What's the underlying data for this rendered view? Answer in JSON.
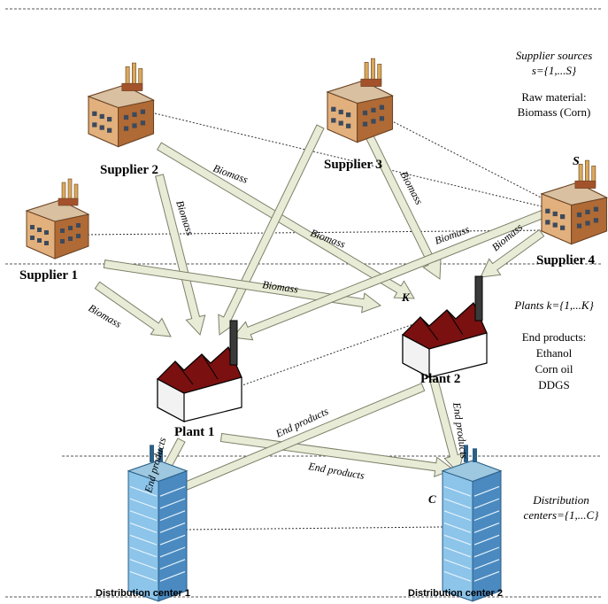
{
  "layers": {
    "supplier_sources_title": "Supplier sources",
    "supplier_sources_set": "s={1,...S}",
    "raw_material_label": "Raw material:",
    "raw_material_value": "Biomass (Corn)",
    "plants_set": "Plants k={1,...K}",
    "end_products_label": "End products:",
    "end_products_list": [
      "Ethanol",
      "Corn oil",
      "DDGS"
    ],
    "dc_title": "Distribution",
    "dc_set": "centers={1,...C}"
  },
  "nodes": {
    "supplier1": "Supplier 1",
    "supplier2": "Supplier 2",
    "supplier3": "Supplier 3",
    "supplier4": "Supplier 4",
    "supplier_s_marker": "S",
    "plant1": "Plant 1",
    "plant2": "Plant 2",
    "plant_k_marker": "K",
    "dc1": "Distribution center 1",
    "dc2": "Distribution center 2",
    "dc_c_marker": "C"
  },
  "flows": {
    "biomass": "Biomass",
    "end_products": "End products"
  },
  "colors": {
    "arrow_fill": "#e8ecd6",
    "arrow_stroke": "#7f7f6a",
    "roof": "#7a1010",
    "building_blue": "#5a9fd4"
  }
}
